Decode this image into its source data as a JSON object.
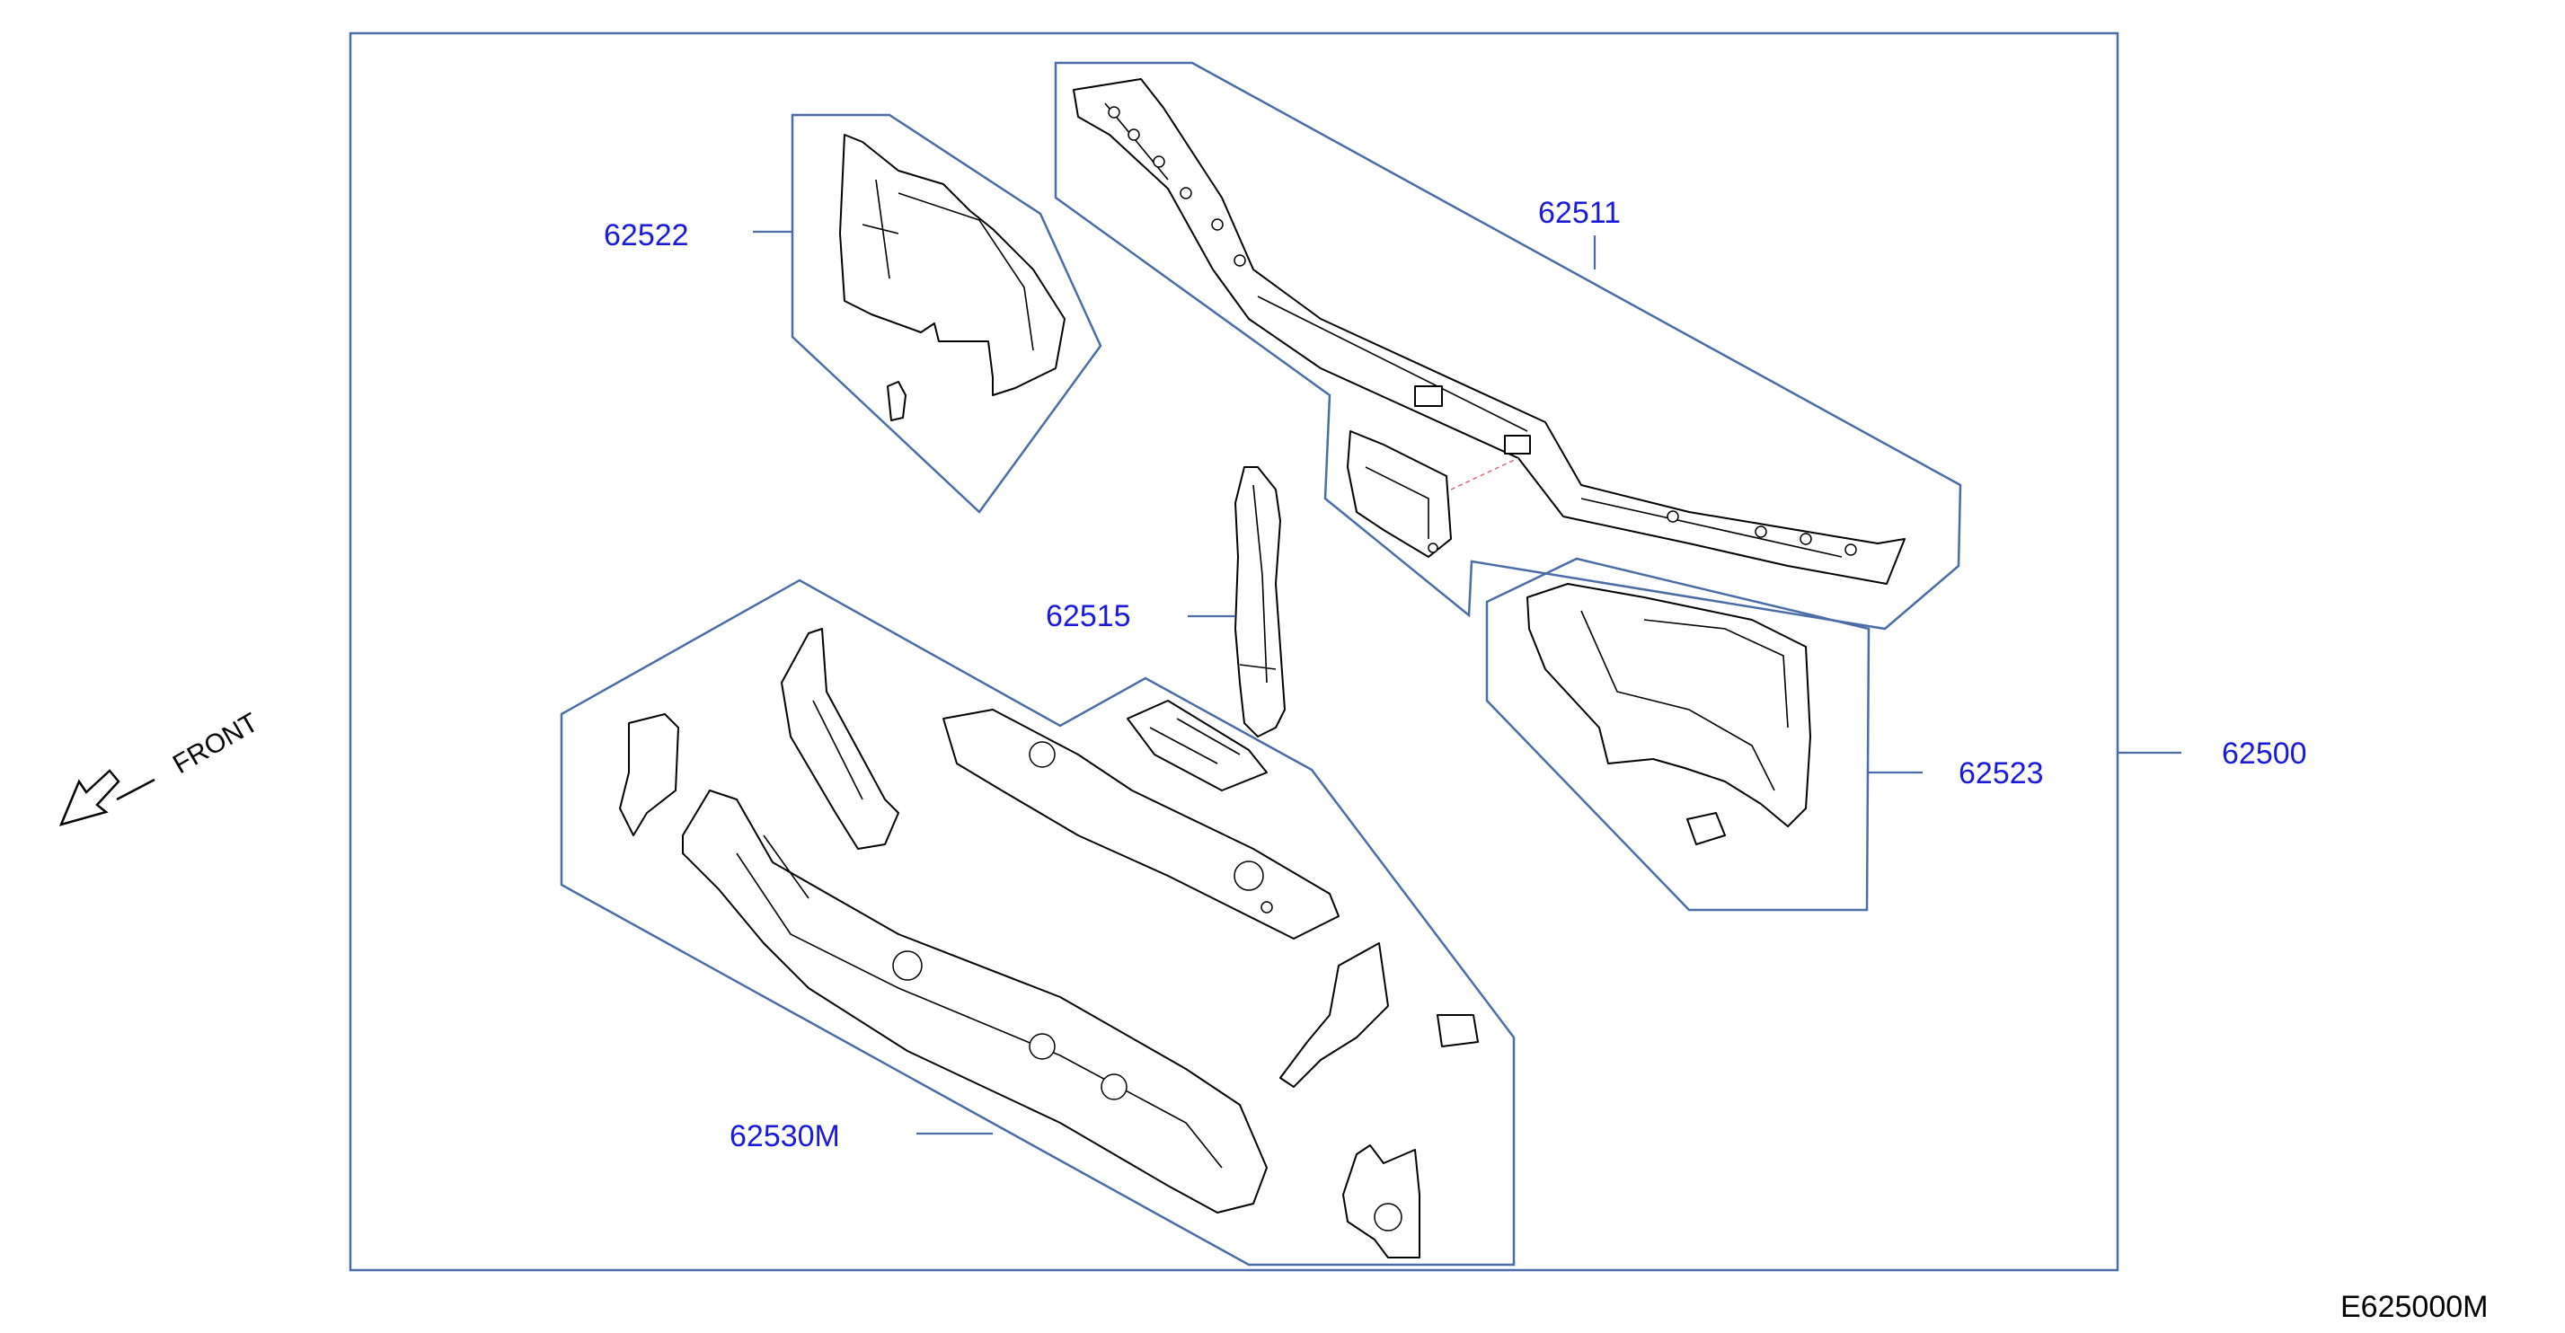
{
  "diagram": {
    "callouts": [
      {
        "id": "62511",
        "text": "62511"
      },
      {
        "id": "62522",
        "text": "62522"
      },
      {
        "id": "62515",
        "text": "62515"
      },
      {
        "id": "62523",
        "text": "62523"
      },
      {
        "id": "62500",
        "text": "62500"
      },
      {
        "id": "62530M",
        "text": "62530M"
      }
    ],
    "front_label": "FRONT",
    "front_icon": "front-direction-arrow",
    "drawing_code": "E625000M",
    "colors": {
      "callout_text": "#1a1adb",
      "frame_line": "#4a6da7",
      "part_outline": "#000000"
    }
  }
}
